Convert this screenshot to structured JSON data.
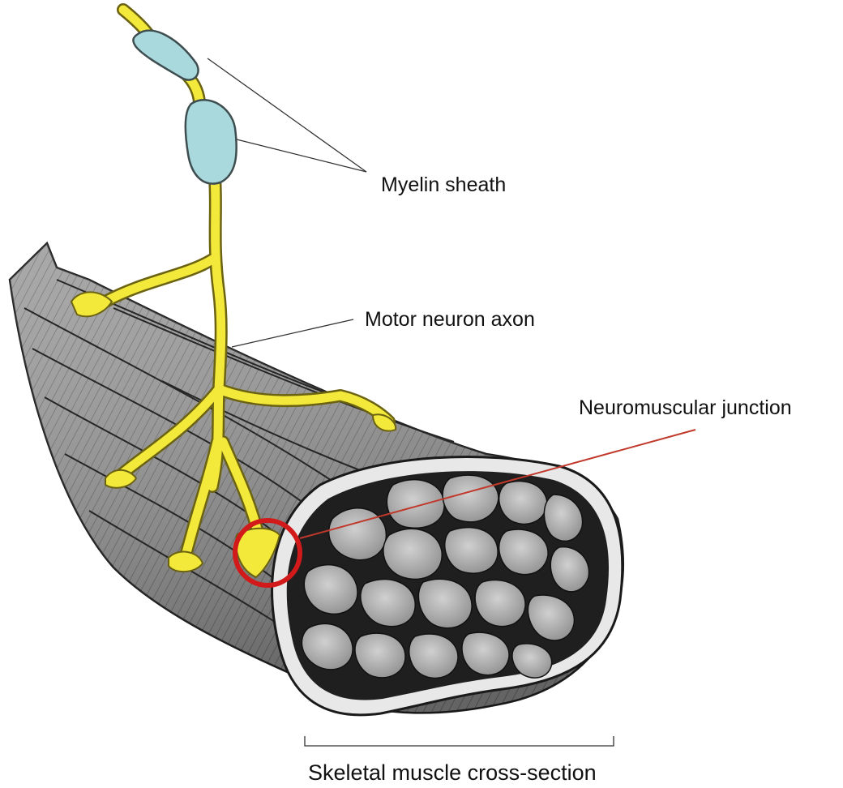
{
  "labels": {
    "myelin_sheath": "Myelin sheath",
    "motor_neuron_axon": "Motor neuron axon",
    "neuromuscular_junction": "Neuromuscular junction",
    "cross_section": "Skeletal muscle cross-section"
  },
  "colors": {
    "axon": "#f2e93a",
    "axon_outline": "#6b6212",
    "myelin": "#a9d9dc",
    "muscle": "#8e8e8e",
    "muscle_dark": "#3a3a3a",
    "fascicle": "#bdbdbd",
    "highlight": "#d21a1a"
  },
  "icons": [
    "muscle-fiber-bundle-illustration",
    "motor-neuron-illustration",
    "highlight-circle-icon"
  ]
}
